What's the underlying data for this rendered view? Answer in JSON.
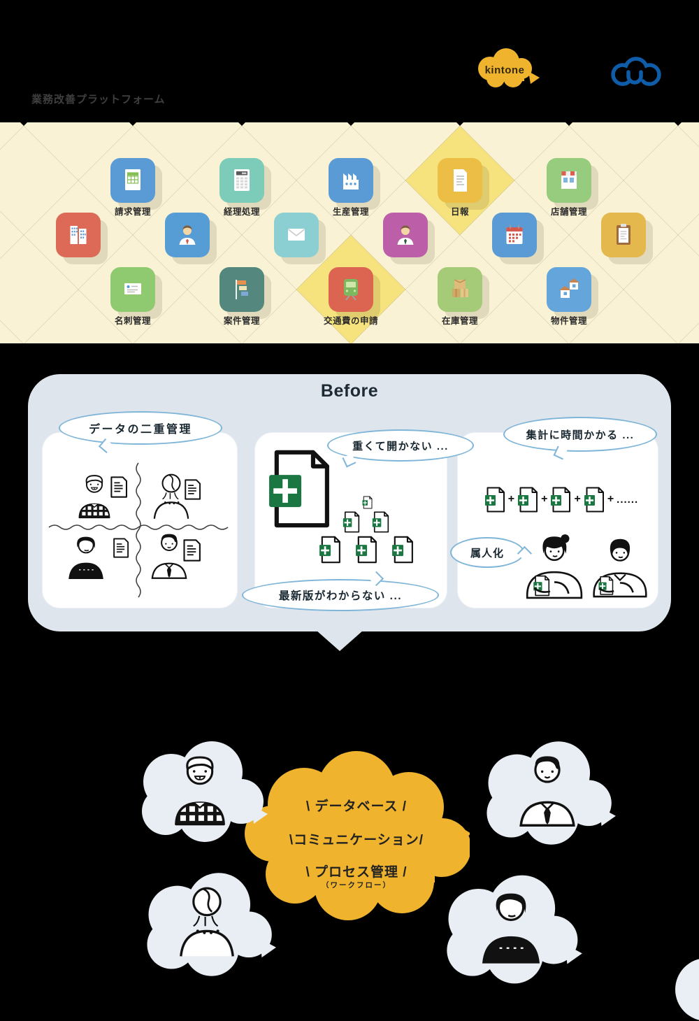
{
  "header": {
    "platform_label": "業務改善プラットフォーム",
    "kintone_logo": {
      "text": "kintone",
      "cloud_color": "#EFB32D",
      "text_color": "#33290F"
    },
    "cybozu_logo": {
      "letter": "U",
      "color": "#0F5CA8"
    }
  },
  "band": {
    "diamond_cream": "#F9F2D4",
    "diamond_accent": "#F7E37D",
    "apps_top": [
      {
        "label": "請求管理",
        "color": "#5B9BD5",
        "icon": "invoice-table-icon"
      },
      {
        "label": "経理処理",
        "color": "#7DCBB9",
        "icon": "calculator-icon"
      },
      {
        "label": "生産管理",
        "color": "#5B9BD5",
        "icon": "factory-icon"
      },
      {
        "label": "日報",
        "color": "#EDBE45",
        "icon": "report-doc-icon"
      },
      {
        "label": "店舗管理",
        "color": "#97CB7E",
        "icon": "storefront-icon"
      }
    ],
    "apps_middle": [
      {
        "color": "#DC6A57",
        "icon": "office-buildings-icon"
      },
      {
        "color": "#569DD6",
        "icon": "businessman-icon"
      },
      {
        "color": "#8BCFD3",
        "icon": "mail-icon"
      },
      {
        "color": "#BC5FA8",
        "icon": "businessperson-icon"
      },
      {
        "color": "#5B9BD5",
        "icon": "calendar-icon"
      },
      {
        "color": "#E4B84C",
        "icon": "clipboard-icon"
      }
    ],
    "apps_bottom": [
      {
        "label": "名刺管理",
        "color": "#8FC970",
        "icon": "business-card-icon"
      },
      {
        "label": "案件管理",
        "color": "#54887F",
        "icon": "gantt-chart-icon"
      },
      {
        "label": "交通費の申請",
        "color": "#DC6552",
        "icon": "train-icon"
      },
      {
        "label": "在庫管理",
        "color": "#A5CB78",
        "icon": "stock-boxes-icon"
      },
      {
        "label": "物件管理",
        "color": "#64A5DC",
        "icon": "houses-icon"
      }
    ]
  },
  "before": {
    "title": "Before",
    "bubble_border": "#7FB5D8",
    "bubbles": {
      "duplicate": "データの二重管理",
      "heavy": "重くて開かない ...",
      "aggregate": "集計に時間かかる ...",
      "latest": "最新版がわからない ...",
      "personal": "属人化"
    },
    "plus": "+",
    "ellipsis": "......"
  },
  "cloud": {
    "color": "#EFB32D",
    "lines": [
      {
        "text": "\\ データベース /"
      },
      {
        "text": "\\コミュニケーション/"
      },
      {
        "text": "\\ プロセス管理 /",
        "sub": "（ワークフロー）"
      }
    ]
  }
}
